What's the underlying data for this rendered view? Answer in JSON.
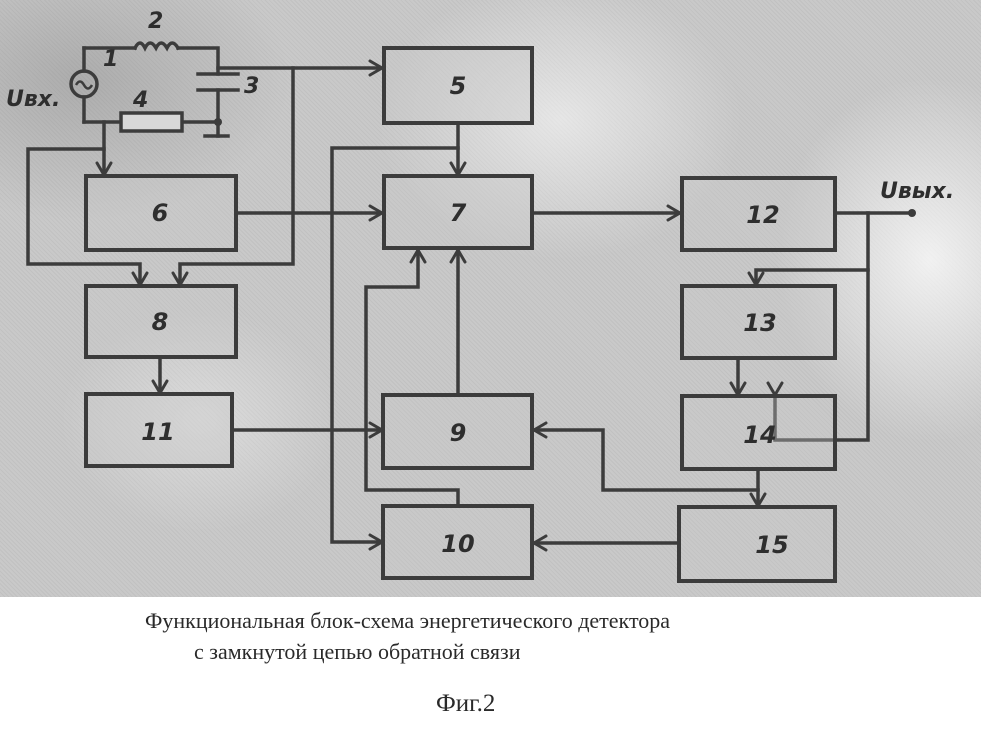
{
  "diagram": {
    "type": "block-diagram",
    "circuit": {
      "input_label": "Uвх.",
      "source_label": "1",
      "inductor_label": "2",
      "capacitor_label": "3",
      "resistor_label": "4"
    },
    "blocks": [
      {
        "id": "5",
        "label": "5"
      },
      {
        "id": "6",
        "label": "6"
      },
      {
        "id": "7",
        "label": "7"
      },
      {
        "id": "8",
        "label": "8"
      },
      {
        "id": "9",
        "label": "9"
      },
      {
        "id": "10",
        "label": "10"
      },
      {
        "id": "11",
        "label": "11"
      },
      {
        "id": "12",
        "label": "12"
      },
      {
        "id": "13",
        "label": "13"
      },
      {
        "id": "14",
        "label": "14"
      },
      {
        "id": "15",
        "label": "15"
      }
    ],
    "connections": [
      {
        "from": "circuit-node-3",
        "to": "5"
      },
      {
        "from": "circuit-node-3",
        "to": "8"
      },
      {
        "from": "circuit-node-1",
        "to": "6"
      },
      {
        "from": "circuit-node-1",
        "to": "8"
      },
      {
        "from": "5",
        "to": "7"
      },
      {
        "from": "6",
        "to": "7"
      },
      {
        "from": "8",
        "to": "11"
      },
      {
        "from": "11",
        "to": "9"
      },
      {
        "from": "9",
        "to": "7"
      },
      {
        "from": "10",
        "to": "7"
      },
      {
        "from": "5",
        "to": "10"
      },
      {
        "from": "7",
        "to": "12"
      },
      {
        "from": "12",
        "to": "13"
      },
      {
        "from": "12",
        "to": "14"
      },
      {
        "from": "13",
        "to": "14"
      },
      {
        "from": "14",
        "to": "15"
      },
      {
        "from": "14",
        "to": "9"
      },
      {
        "from": "15",
        "to": "10"
      }
    ],
    "output_label": "Uвых."
  },
  "caption": {
    "line1": "Функциональная блок-схема энергетического детектора",
    "line2": "с замкнутой цепью обратной связи"
  },
  "figure_label": "Фиг.2"
}
